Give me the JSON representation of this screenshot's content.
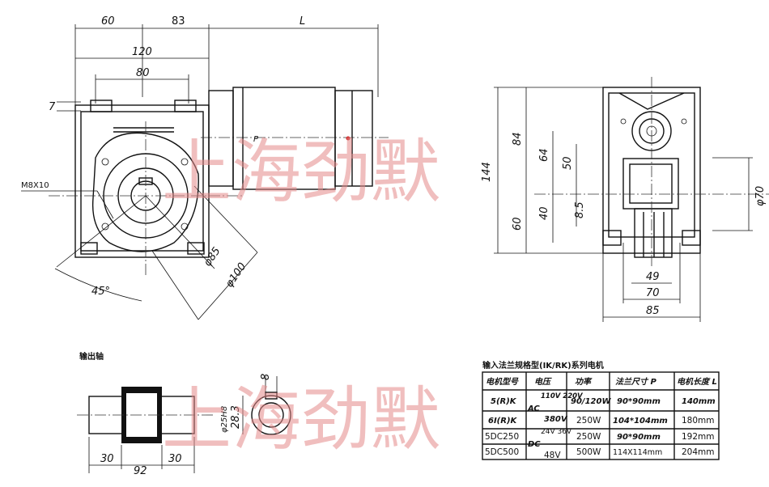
{
  "watermark": {
    "text": "上海劲默"
  },
  "front_view": {
    "dims": {
      "d60": "60",
      "d83": "83",
      "dL": "L",
      "d120": "120",
      "d80": "80",
      "d7": "7",
      "dP": "P",
      "thread": "M8X10",
      "angle": "45°",
      "phi85": "φ85",
      "phi100": "φ100"
    }
  },
  "side_view": {
    "dims": {
      "h144": "144",
      "h84": "84",
      "h64": "64",
      "h50": "50",
      "h60": "60",
      "h40": "40",
      "h85s": "8.5",
      "phi70": "φ70",
      "w49": "49",
      "w70": "70",
      "w85": "85"
    }
  },
  "shaft_view": {
    "title": "输出轴",
    "dims": {
      "s30a": "30",
      "s92": "92",
      "s30b": "30",
      "k8": "8",
      "k283": "28.3",
      "k25": "φ25H8"
    }
  },
  "table": {
    "title": "输入法兰规格型(IK/RK)系列电机",
    "headers": [
      "电机型号",
      "电压",
      "功率",
      "法兰尺寸 P",
      "电机长度 L"
    ],
    "rows": [
      {
        "model": "5(R)K",
        "voltage_group": "AC",
        "voltage": "110V 220V",
        "power": "90/120W",
        "flange": "90*90mm",
        "length": "140mm"
      },
      {
        "model": "6I(R)K",
        "voltage_group": "",
        "voltage": "380V",
        "power": "250W",
        "flange": "104*104mm",
        "length": "180mm"
      },
      {
        "model": "5DC250",
        "voltage_group": "DC",
        "voltage": "24V 36V",
        "power": "250W",
        "flange": "90*90mm",
        "length": "192mm"
      },
      {
        "model": "5DC500",
        "voltage_group": "",
        "voltage": "48V",
        "power": "500W",
        "flange": "114X114mm",
        "length": "204mm"
      }
    ]
  }
}
